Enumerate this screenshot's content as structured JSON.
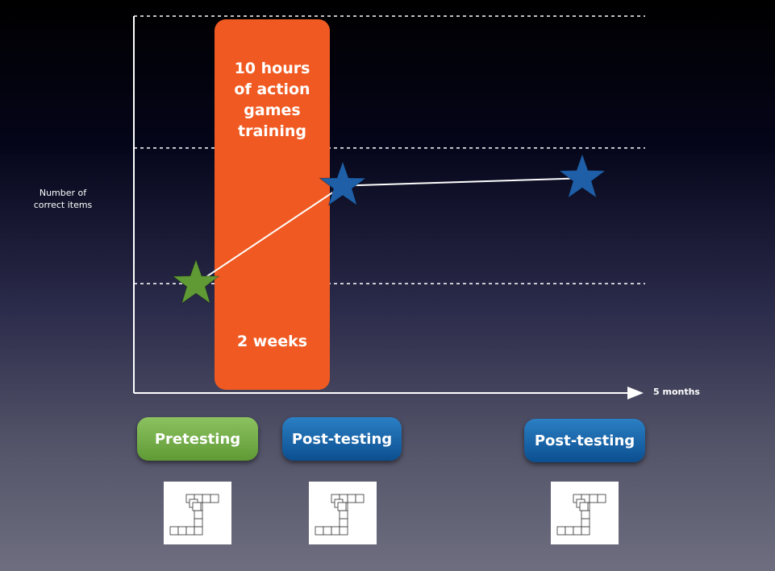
{
  "chart_data": {
    "type": "line",
    "title": "",
    "ylabel": "Number of correct items",
    "xlabel": "5 months",
    "ylim": [
      0,
      100
    ],
    "grid_values": [
      29,
      65,
      100
    ],
    "categories": [
      "Pretesting",
      "Post-testing",
      "Post-testing"
    ],
    "series": [
      {
        "name": "scores",
        "values": [
          29,
          55,
          57
        ],
        "colors": [
          "#5f9a35",
          "#1f5fa8",
          "#1f5fa8"
        ],
        "marker": "star"
      }
    ],
    "annotations": {
      "training_text": "10 hours of action games training",
      "training_duration": "2 weeks"
    }
  },
  "colors": {
    "training": "#f05a22",
    "pretest": "#6aa83f",
    "posttest": "#0f5a9e"
  }
}
